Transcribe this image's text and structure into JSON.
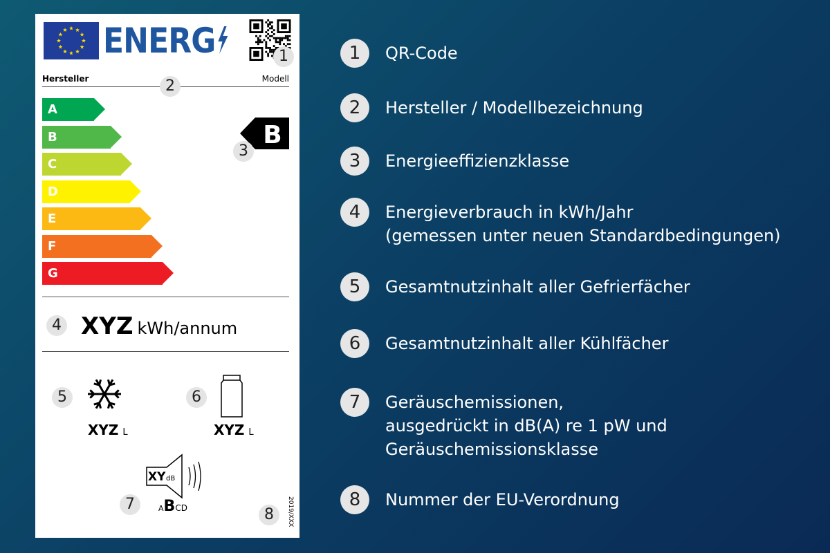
{
  "label": {
    "logo_text": "ENERG",
    "manufacturer": "Hersteller",
    "model": "Modell",
    "classes": [
      {
        "letter": "A",
        "color": "#00a651"
      },
      {
        "letter": "B",
        "color": "#50b848"
      },
      {
        "letter": "C",
        "color": "#bed630"
      },
      {
        "letter": "D",
        "color": "#fff200"
      },
      {
        "letter": "E",
        "color": "#fdb913"
      },
      {
        "letter": "F",
        "color": "#f37021"
      },
      {
        "letter": "G",
        "color": "#ed1c24"
      }
    ],
    "selected_class": "B",
    "energy_value": "XYZ",
    "energy_unit": "kWh/annum",
    "freezer_value": "XYZ",
    "freezer_unit": "L",
    "fridge_value": "XYZ",
    "fridge_unit": "L",
    "noise_value": "XY",
    "noise_unit": "dB",
    "noise_classes": {
      "a": "A",
      "b": "B",
      "cd": "CD"
    },
    "regulation": "2019/XXX",
    "markers": [
      "1",
      "2",
      "3",
      "4",
      "5",
      "6",
      "7",
      "8"
    ]
  },
  "legend": [
    {
      "num": "1",
      "lines": [
        "QR-Code"
      ]
    },
    {
      "num": "2",
      "lines": [
        "Hersteller / Modellbezeichnung"
      ]
    },
    {
      "num": "3",
      "lines": [
        "Energieeffizienzklasse"
      ]
    },
    {
      "num": "4",
      "lines": [
        "Energieverbrauch in kWh/Jahr",
        "(gemessen unter neuen Standardbedingungen)"
      ]
    },
    {
      "num": "5",
      "lines": [
        "Gesamtnutzinhalt aller Gefrierfächer"
      ]
    },
    {
      "num": "6",
      "lines": [
        "Gesamtnutzinhalt aller Kühlfächer"
      ]
    },
    {
      "num": "7",
      "lines": [
        "Geräuschemissionen,",
        "ausgedrückt in dB(A) re 1 pW und",
        "Geräuschemissionsklasse"
      ]
    },
    {
      "num": "8",
      "lines": [
        "Nummer der EU-Verordnung"
      ]
    }
  ]
}
